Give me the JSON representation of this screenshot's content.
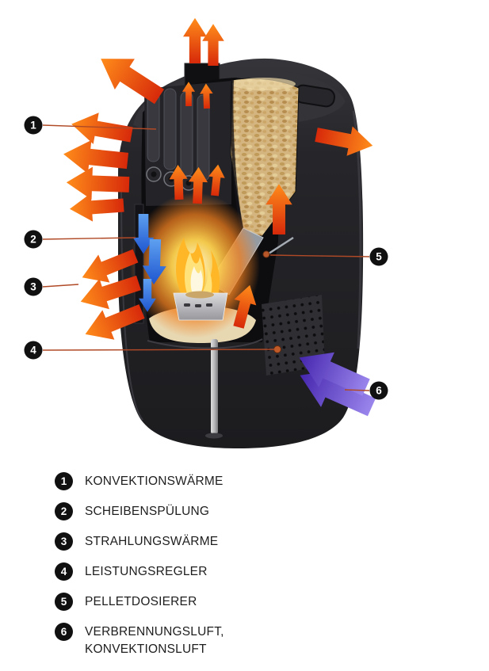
{
  "diagram": {
    "callouts": [
      {
        "num": "1"
      },
      {
        "num": "2"
      },
      {
        "num": "3"
      },
      {
        "num": "4"
      },
      {
        "num": "5"
      },
      {
        "num": "6"
      }
    ]
  },
  "legend": {
    "items": [
      {
        "num": "1",
        "label": "KONVEKTIONSWÄRME"
      },
      {
        "num": "2",
        "label": "SCHEIBENSPÜLUNG"
      },
      {
        "num": "3",
        "label": "STRAHLUNGSWÄRME"
      },
      {
        "num": "4",
        "label": "LEISTUNGSREGLER"
      },
      {
        "num": "5",
        "label": "PELLETDOSIERER"
      },
      {
        "num": "6",
        "label": "VERBRENNUNGSLUFT,",
        "label2": "KONVEKTIONSLUFT"
      }
    ]
  },
  "colors": {
    "heat_arrow_red": "#d7290a",
    "heat_arrow_orange": "#ff8c1a",
    "airwash_blue": "#1d55cf",
    "intake_purple": "#5b3cc8",
    "badge_bg": "#101010",
    "callout_line": "#b04a26",
    "pellets": "#d4b47f",
    "flame_core": "#fff8e0"
  }
}
